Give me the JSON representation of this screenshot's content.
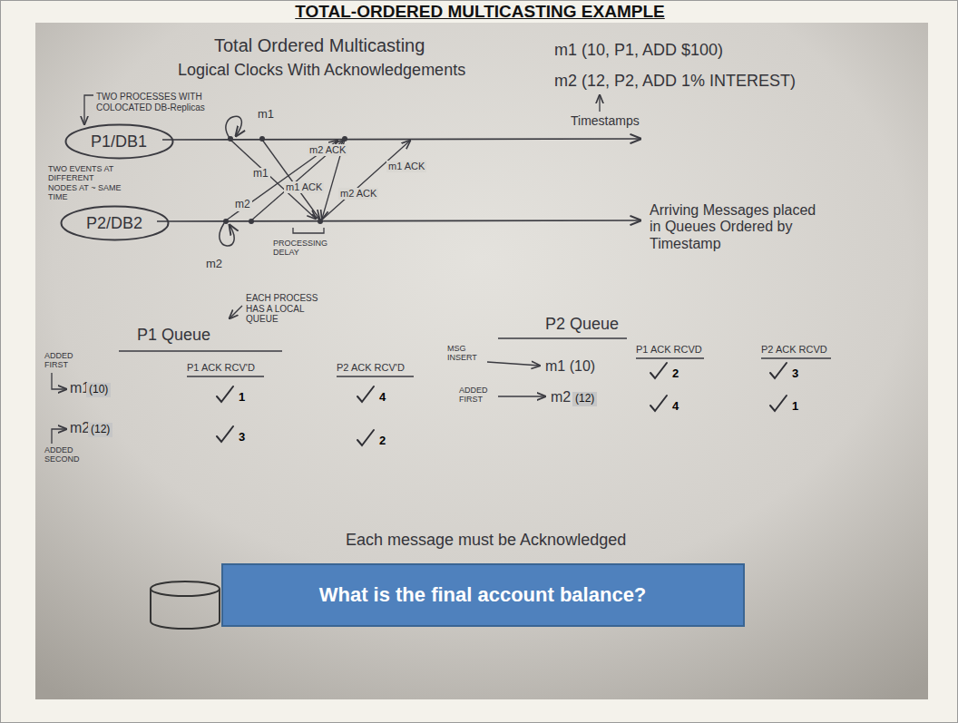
{
  "diagram": {
    "title": "TOTAL-ORDERED MULTICASTING EXAMPLE",
    "nodes": [
      {
        "text": [
          "P1/DB1"
        ]
      },
      {
        "text": [
          "P2/DB2"
        ]
      },
      {
        "text": [
          "What is the final account balance?"
        ]
      }
    ],
    "labels": [
      "Total Ordered Multicasting",
      "m1 (10, P1, ADD $100)",
      "Logical Clocks With Acknowledgements",
      "m2 (12, P2, ADD 1% INTEREST)",
      "TWO PROCESSES WITH COLOCATED DB-Replicas",
      "m1",
      "Timestamps",
      "m2 ACK",
      "m1 ACK",
      "TWO EVENTS AT DIFFERENT NODES AT ~ SAME TIME",
      "m1",
      "m1 ACK",
      "m2 ACK",
      "m2",
      "Arriving Messages placed in Queues Ordered by Timestamp",
      "PROCESSING DELAY",
      "m2",
      "EACH PROCESS HAS A LOCAL QUEUE",
      "P2 Queue",
      "P1 Queue",
      "MSG INSERT",
      "P1 ACK RCVD",
      "P2 ACK RCVD",
      "ADDED FIRST",
      "m1 (10)",
      "P1 ACK RCV'D",
      "P2 ACK RCV'D",
      "2",
      "3",
      "m1",
      "(10)",
      "1",
      "4",
      "ADDED FIRST",
      "m2",
      "(12)",
      "4",
      "1",
      "m2",
      "(12)",
      "3",
      "2",
      "ADDED SECOND",
      "Each message must be Acknowledged"
    ]
  }
}
